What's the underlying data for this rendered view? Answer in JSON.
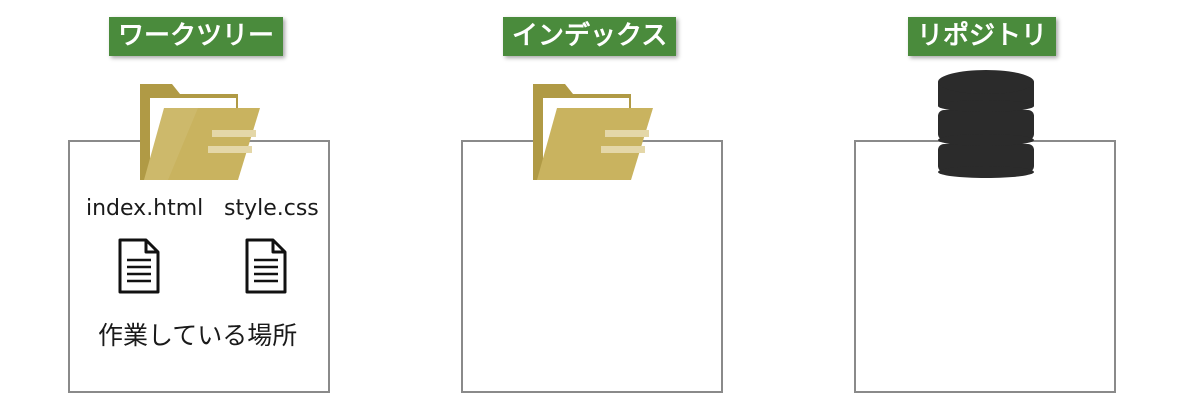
{
  "working_tree": {
    "title": "ワークツリー",
    "files": [
      "index.html",
      "style.css"
    ],
    "caption": "作業している場所",
    "icon": "folder-icon"
  },
  "index": {
    "title": "インデックス",
    "icon": "folder-icon"
  },
  "repository": {
    "title": "リポジトリ",
    "icon": "database-icon"
  },
  "colors": {
    "label_bg": "#4a8b3c",
    "label_text": "#ffffff",
    "folder": "#c9b35f",
    "folder_dark": "#b09a45",
    "database": "#2b2b2b",
    "box_border": "#8a8a8a"
  }
}
